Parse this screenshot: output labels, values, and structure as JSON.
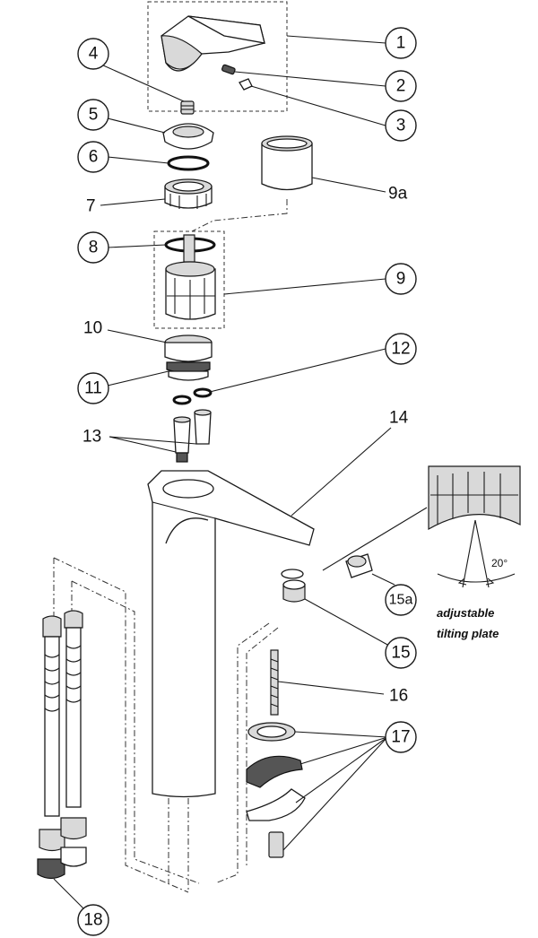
{
  "callouts": {
    "c1": "1",
    "c2": "2",
    "c3": "3",
    "c4": "4",
    "c5": "5",
    "c6": "6",
    "c7": "7",
    "c8": "8",
    "c9a": "9a",
    "c9": "9",
    "c10": "10",
    "c11": "11",
    "c12": "12",
    "c13": "13",
    "c14": "14",
    "c15a": "15a",
    "c15": "15",
    "c16": "16",
    "c17": "17",
    "c18": "18"
  },
  "inset": {
    "angle": "20°",
    "caption_line1": "adjustable",
    "caption_line2": "tilting plate"
  }
}
